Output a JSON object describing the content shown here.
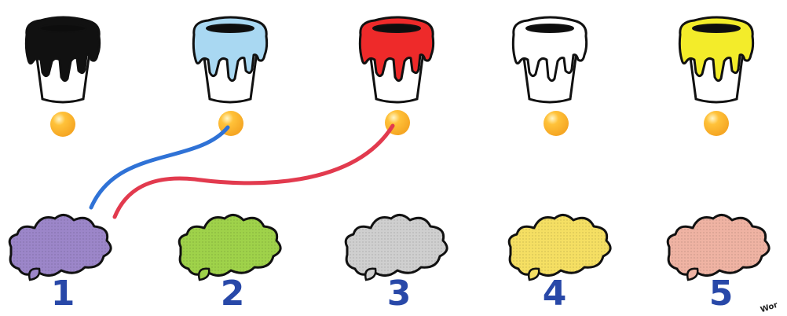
{
  "buckets": [
    {
      "color": "#111111"
    },
    {
      "color": "#a9d8f2"
    },
    {
      "color": "#ee2a2a"
    },
    {
      "color": "#ffffff"
    },
    {
      "color": "#f3ec2a"
    }
  ],
  "connector_color": "#f5a623",
  "puddles": [
    {
      "number": "1",
      "color": "#9c86c9"
    },
    {
      "number": "2",
      "color": "#9fd24a"
    },
    {
      "number": "3",
      "color": "#cfcfcf"
    },
    {
      "number": "4",
      "color": "#f5df63"
    },
    {
      "number": "5",
      "color": "#efb3a3"
    }
  ],
  "number_color": "#2848a8",
  "lines": [
    {
      "color": "#2f72d6",
      "from_bucket": 2,
      "to_puddle": 1
    },
    {
      "color": "#e23a4e",
      "from_bucket": 3,
      "to_puddle": 1
    }
  ],
  "watermark_text": "Wor"
}
